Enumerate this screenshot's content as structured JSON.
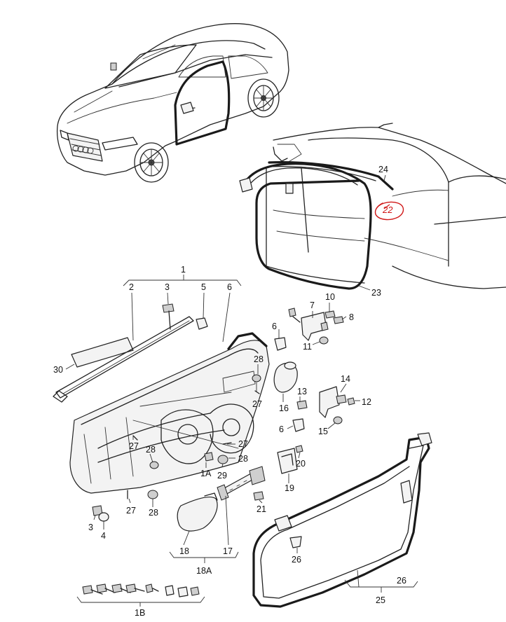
{
  "callouts": {
    "c1": "1",
    "c2": "2",
    "c3a": "3",
    "c3b": "3",
    "c4": "4",
    "c5": "5",
    "c6a": "6",
    "c6b": "6",
    "c6c": "6",
    "c7": "7",
    "c8": "8",
    "c10": "10",
    "c11": "11",
    "c12": "12",
    "c13": "13",
    "c14": "14",
    "c15": "15",
    "c16": "16",
    "c17": "17",
    "c18": "18",
    "c18A": "18A",
    "c19": "19",
    "c20": "20",
    "c21": "21",
    "c22": "22",
    "c23": "23",
    "c24": "24",
    "c25": "25",
    "c26a": "26",
    "c26b": "26",
    "c27a": "27",
    "c27b": "27",
    "c27c": "27",
    "c27d": "27",
    "c28a": "28",
    "c28b": "28",
    "c28c": "28",
    "c28d": "28",
    "c29": "29",
    "c30": "30",
    "c1A": "1A",
    "c1B": "1B"
  },
  "annotation": {
    "color": "#d01818",
    "text": "22"
  }
}
